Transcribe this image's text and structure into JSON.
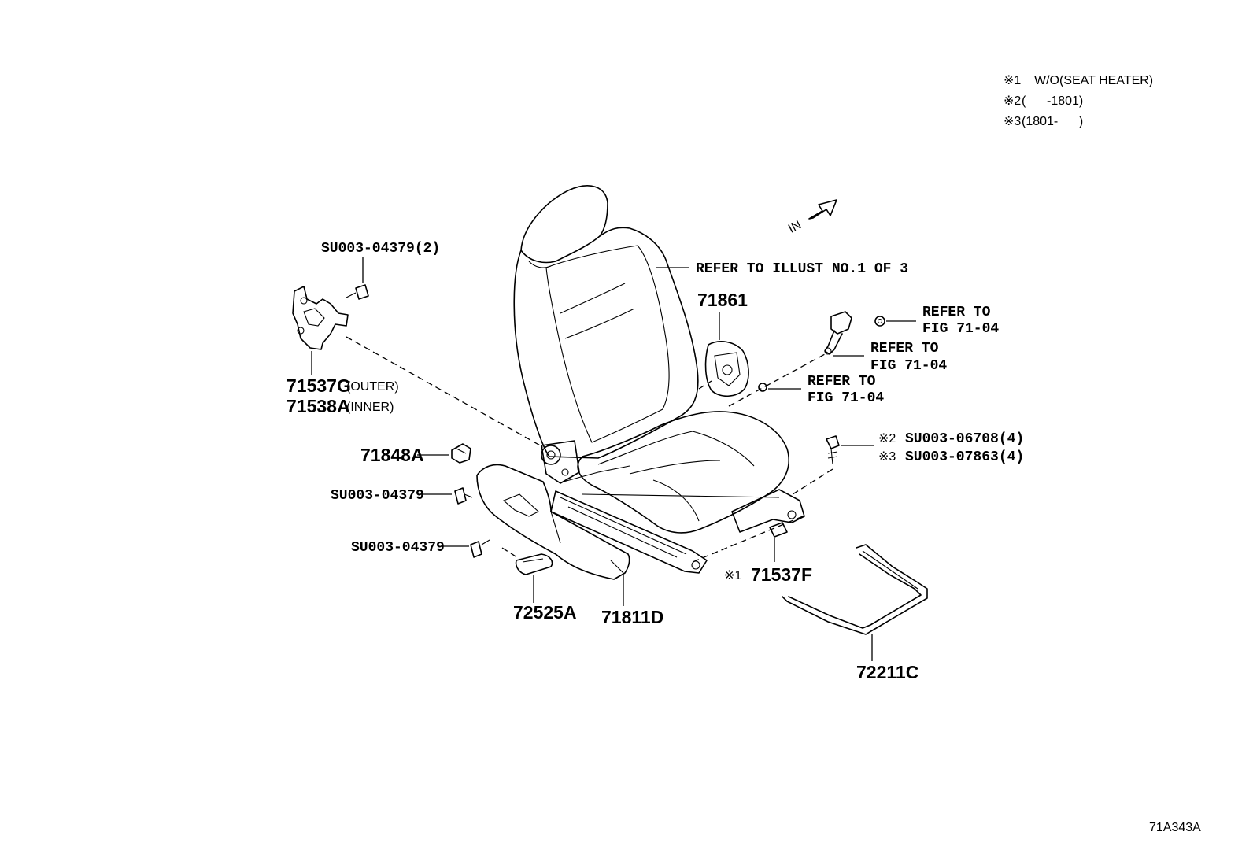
{
  "notes": [
    {
      "mark": "※1",
      "text": "W/O(SEAT HEATER)"
    },
    {
      "mark": "※2",
      "text": "(      -1801)"
    },
    {
      "mark": "※3",
      "text": "(1801-      )"
    }
  ],
  "direction_label": "IN",
  "illustration_id": "71A343A",
  "labels": {
    "refer_illust": "REFER TO ILLUST NO.1 OF 3",
    "refer_to": "REFER TO",
    "fig_71_04": "FIG 71-04",
    "bolt_top": "SU003-04379(2)",
    "p71537g": "71537G",
    "outer": "(OUTER)",
    "p71538a": "71538A",
    "inner": "(INNER)",
    "p71861": "71861",
    "p71848a": "71848A",
    "bolt_mid": "SU003-04379",
    "bolt_low": "SU003-04379",
    "mark2": "※2",
    "mark3": "※3",
    "bolt_2": "SU003-06708(4)",
    "bolt_3": "SU003-07863(4)",
    "mark1": "※1",
    "p71537f": "71537F",
    "p72525a": "72525A",
    "p71811d": "71811D",
    "p72211c": "72211C"
  }
}
